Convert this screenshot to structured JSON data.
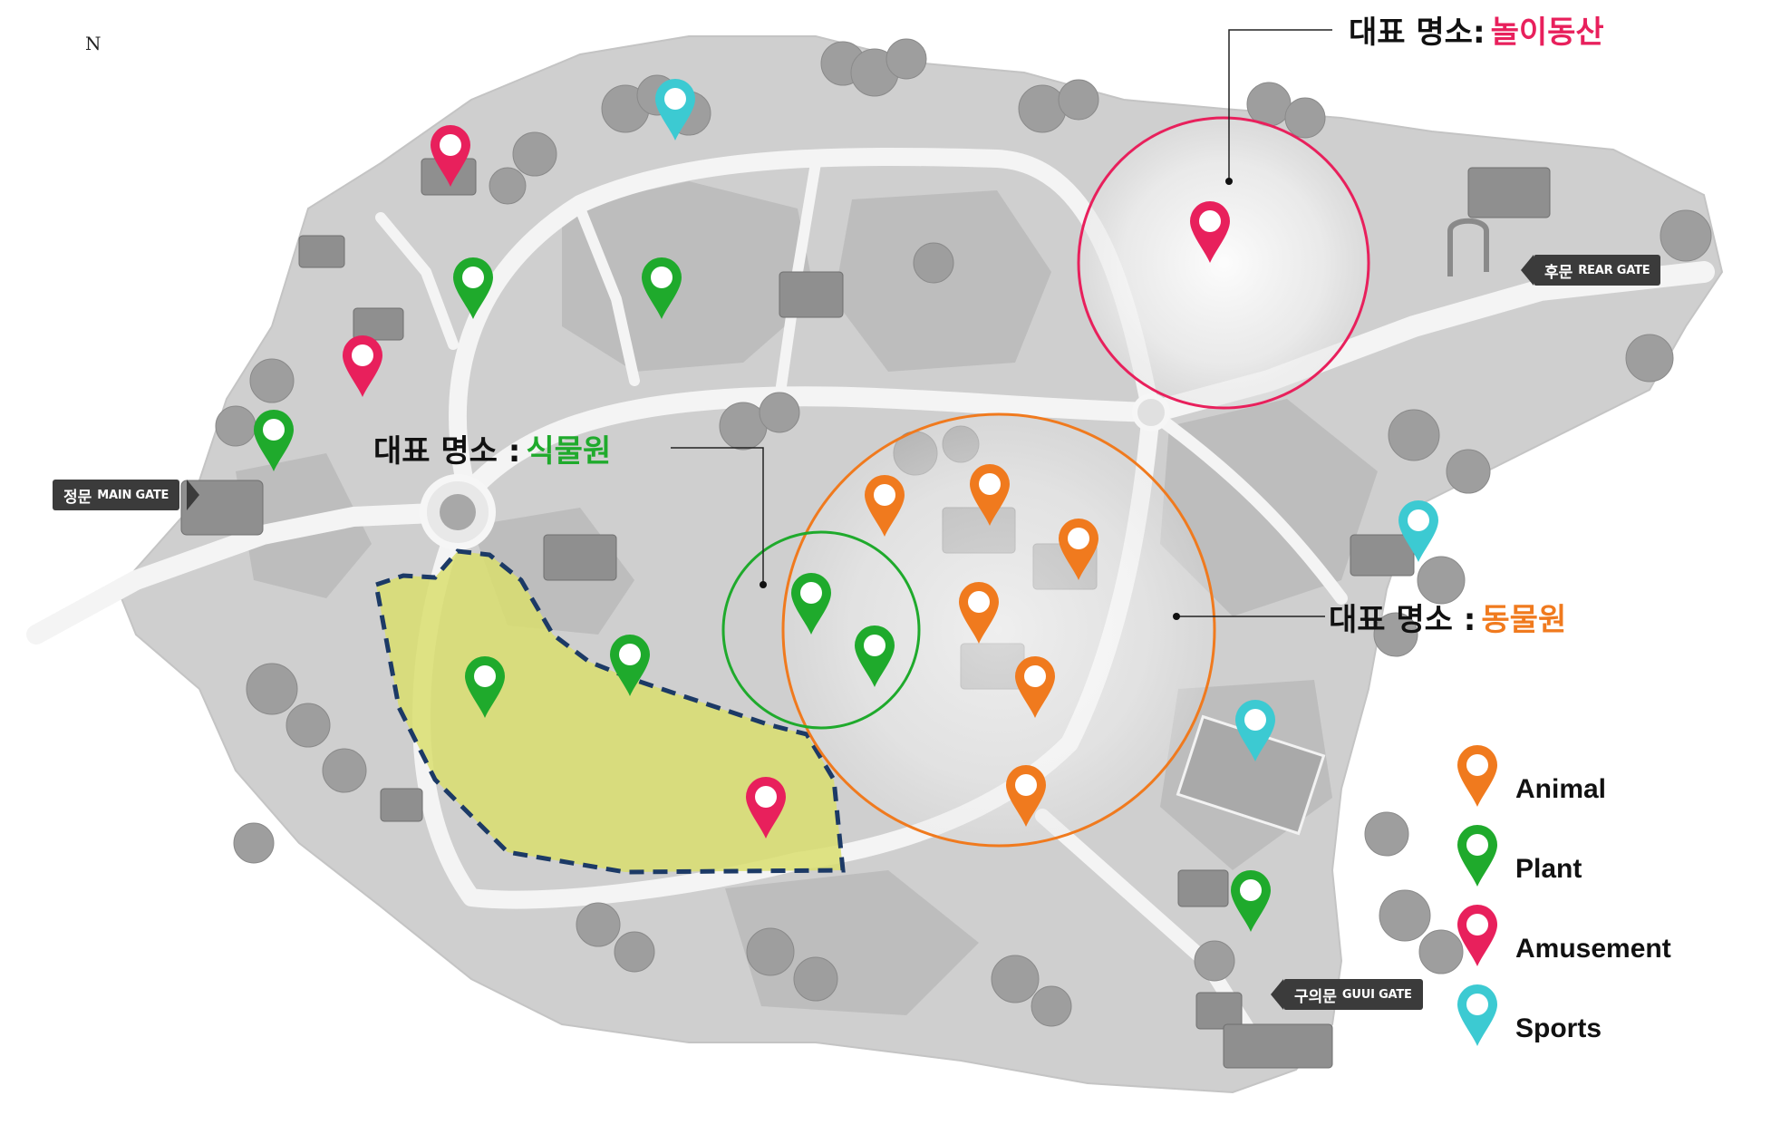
{
  "north_label": "N",
  "colors": {
    "animal": "#f07a1e",
    "plant": "#1faa2c",
    "amusement": "#e8205c",
    "sports": "#3ccad2",
    "park_highlight": "#d9de6e",
    "gate_label_bg": "#3b3b3b"
  },
  "callouts": {
    "amusement": {
      "prefix": "대표 명소:",
      "name": "놀이동산"
    },
    "botanical": {
      "prefix": "대표 명소 :",
      "name": "식물원"
    },
    "zoo": {
      "prefix": "대표 명소 :",
      "name": "동물원"
    }
  },
  "gates": {
    "main": {
      "ko": "정문",
      "en": "MAIN GATE"
    },
    "rear": {
      "ko": "후문",
      "en": "REAR GATE"
    },
    "guui": {
      "ko": "구의문",
      "en": "GUUI GATE"
    }
  },
  "legend": [
    {
      "category": "animal",
      "label": "Animal"
    },
    {
      "category": "plant",
      "label": "Plant"
    },
    {
      "category": "amusement",
      "label": "Amusement"
    },
    {
      "category": "sports",
      "label": "Sports"
    }
  ],
  "marker_icon": "map-pin-icon"
}
